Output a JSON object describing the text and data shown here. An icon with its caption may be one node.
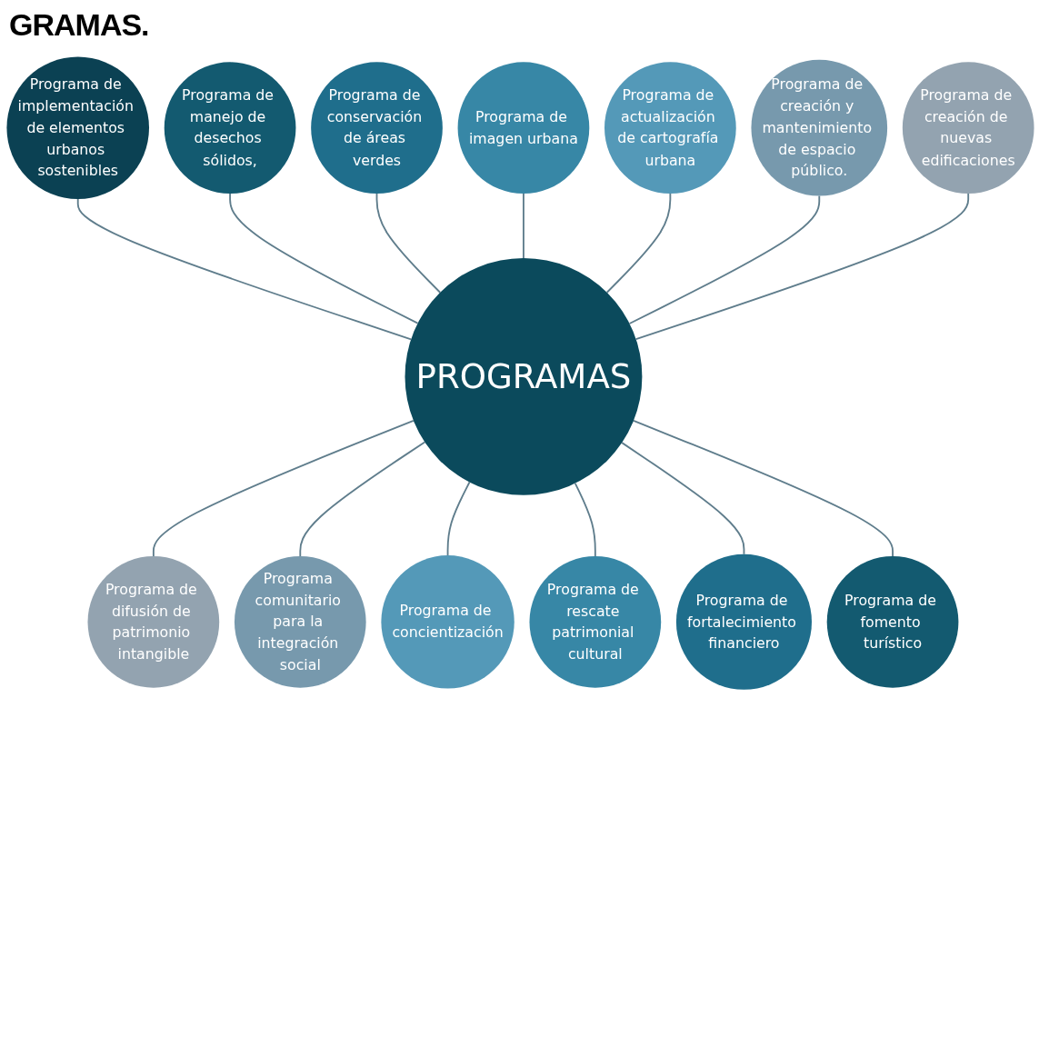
{
  "diagram": {
    "title": "GRAMAS.",
    "nodes": [
      {
        "text": [
          "PROGRAMAS"
        ]
      },
      {
        "text": [
          "Programa de implementación de elementos urbanos sostenibles"
        ]
      },
      {
        "text": [
          "Programa de manejo de desechos sólidos,"
        ]
      },
      {
        "text": [
          "Programa de conservación de áreas verdes"
        ]
      },
      {
        "text": [
          "Programa de imagen urbana"
        ]
      },
      {
        "text": [
          "Programa de actualización de cartografía urbana"
        ]
      },
      {
        "text": [
          "Programa de creación y mantenimiento de espacio público."
        ]
      },
      {
        "text": [
          "Programa de creación de nuevas edificaciones"
        ]
      },
      {
        "text": [
          "Programa de difusión de patrimonio intangible"
        ]
      },
      {
        "text": [
          "Programa comunitario para la integración social"
        ]
      },
      {
        "text": [
          "Programa de concientización"
        ]
      },
      {
        "text": [
          "Programa de rescate patrimonial cultural"
        ]
      },
      {
        "text": [
          "Programa de fortalecimiento financiero"
        ]
      },
      {
        "text": [
          "Programa de fomento turístico"
        ]
      }
    ],
    "edges": [
      {
        "from": 0,
        "to": 1,
        "arrow": "none"
      },
      {
        "from": 0,
        "to": 2,
        "arrow": "none"
      },
      {
        "from": 0,
        "to": 3,
        "arrow": "none"
      },
      {
        "from": 0,
        "to": 4,
        "arrow": "none"
      },
      {
        "from": 0,
        "to": 5,
        "arrow": "none"
      },
      {
        "from": 0,
        "to": 6,
        "arrow": "none"
      },
      {
        "from": 0,
        "to": 7,
        "arrow": "none"
      },
      {
        "from": 0,
        "to": 8,
        "arrow": "none"
      },
      {
        "from": 0,
        "to": 9,
        "arrow": "none"
      },
      {
        "from": 0,
        "to": 10,
        "arrow": "none"
      },
      {
        "from": 0,
        "to": 11,
        "arrow": "none"
      },
      {
        "from": 0,
        "to": 12,
        "arrow": "none"
      },
      {
        "from": 0,
        "to": 13,
        "arrow": "none"
      }
    ]
  }
}
